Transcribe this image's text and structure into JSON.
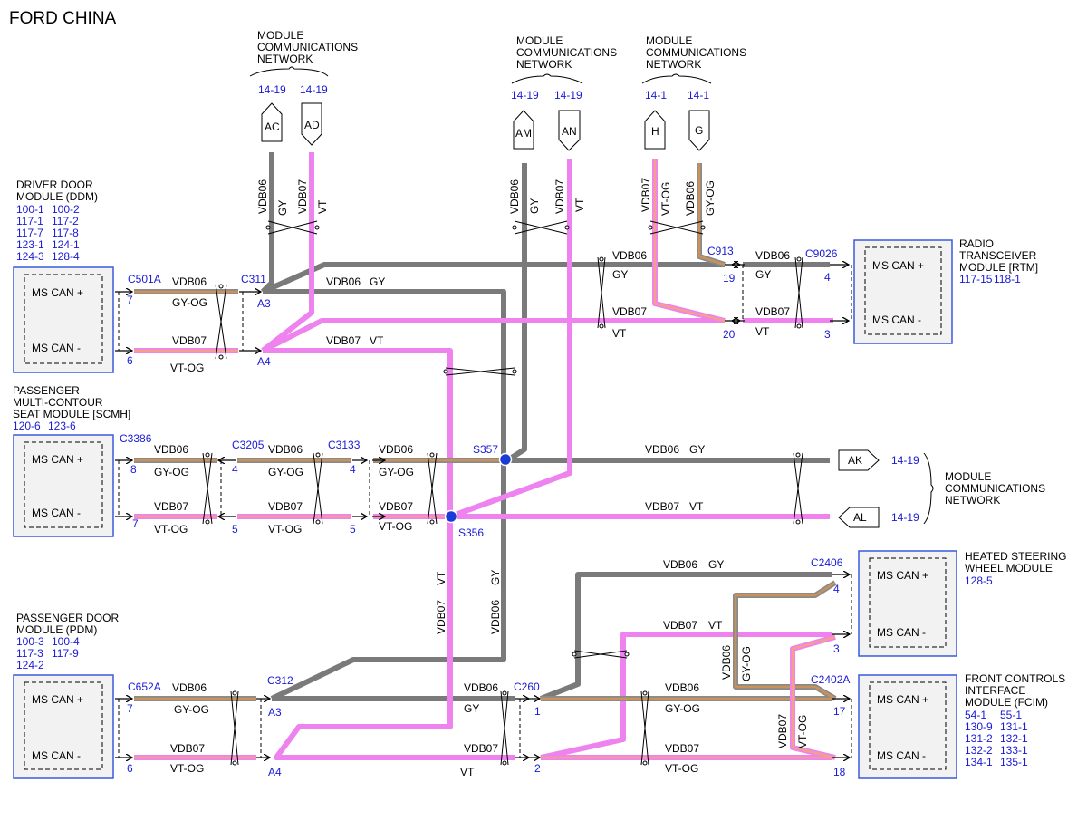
{
  "title": "FORD CHINA",
  "colors": {
    "gray": "#7a7a7a",
    "violet": "#ee82ee",
    "violet_orange_inner": "#f2a08c",
    "gray_orange_inner": "#c9925a",
    "link_blue": "#1a1ad6",
    "splice": "#1a3cd6",
    "module_fill": "#f2f2f2",
    "module_border": "#3a5adc"
  },
  "network_label": [
    "MODULE",
    "COMMUNICATIONS",
    "NETWORK"
  ],
  "modules": {
    "ddm": {
      "name": [
        "DRIVER DOOR",
        "MODULE (DDM)"
      ],
      "refs": [
        [
          "100-1",
          "100-2"
        ],
        [
          "117-1",
          "117-2"
        ],
        [
          "117-7",
          "117-8"
        ],
        [
          "123-1",
          "124-1"
        ],
        [
          "124-3",
          "128-4"
        ]
      ],
      "pins": [
        "MS CAN +",
        "MS CAN -"
      ]
    },
    "scmh": {
      "name": [
        "PASSENGER",
        "MULTI-CONTOUR",
        "SEAT MODULE [SCMH]"
      ],
      "refs": [
        [
          "120-6",
          "123-6"
        ]
      ],
      "pins": [
        "MS CAN +",
        "MS CAN -"
      ]
    },
    "pdm": {
      "name": [
        "PASSENGER DOOR",
        "MODULE (PDM)"
      ],
      "refs": [
        [
          "100-3",
          "100-4"
        ],
        [
          "117-3",
          "117-9"
        ],
        [
          "124-2",
          ""
        ]
      ],
      "pins": [
        "MS CAN +",
        "MS CAN -"
      ]
    },
    "rtm": {
      "name": [
        "RADIO",
        "TRANSCEIVER",
        "MODULE [RTM]"
      ],
      "refs": [
        [
          "117-15",
          "118-1"
        ]
      ],
      "pins": [
        "MS CAN +",
        "MS CAN -"
      ]
    },
    "hsw": {
      "name": [
        "HEATED STEERING",
        "WHEEL MODULE"
      ],
      "refs": [
        [
          "128-5",
          ""
        ]
      ],
      "pins": [
        "MS CAN +",
        "MS CAN -"
      ]
    },
    "fcim": {
      "name": [
        "FRONT CONTROLS",
        "INTERFACE",
        "MODULE (FCIM)"
      ],
      "refs": [
        [
          "54-1",
          "55-1"
        ],
        [
          "130-9",
          "131-1"
        ],
        [
          "131-2",
          "132-1"
        ],
        [
          "132-2",
          "133-1"
        ],
        [
          "134-1",
          "135-1"
        ]
      ],
      "pins": [
        "MS CAN +",
        "MS CAN -"
      ]
    }
  },
  "terminals": {
    "AC": {
      "label": "AC",
      "ref": "14-19"
    },
    "AD": {
      "label": "AD",
      "ref": "14-19"
    },
    "AM": {
      "label": "AM",
      "ref": "14-19"
    },
    "AN": {
      "label": "AN",
      "ref": "14-19"
    },
    "H": {
      "label": "H",
      "ref": "14-1"
    },
    "G": {
      "label": "G",
      "ref": "14-1"
    },
    "AK": {
      "label": "AK",
      "ref": "14-19"
    },
    "AL": {
      "label": "AL",
      "ref": "14-19"
    }
  },
  "connectors": {
    "C501A": "C501A",
    "C311": "C311",
    "C913": "C913",
    "C9026": "C9026",
    "C3386": "C3386",
    "C3205": "C3205",
    "C3133": "C3133",
    "S357": "S357",
    "S356": "S356",
    "C652A": "C652A",
    "C312": "C312",
    "C260": "C260",
    "C2406": "C2406",
    "C2402A": "C2402A"
  },
  "pins": {
    "p7": "7",
    "p6": "6",
    "pA3": "A3",
    "pA4": "A4",
    "p19": "19",
    "p20": "20",
    "p4": "4",
    "p3": "3",
    "p8": "8",
    "p5": "5",
    "p1": "1",
    "p2": "2",
    "p17": "17",
    "p18": "18"
  },
  "circuits": {
    "vdb06": "VDB06",
    "vdb07": "VDB07",
    "gy": "GY",
    "vt": "VT",
    "gy_og": "GY-OG",
    "vt_og": "VT-OG"
  }
}
